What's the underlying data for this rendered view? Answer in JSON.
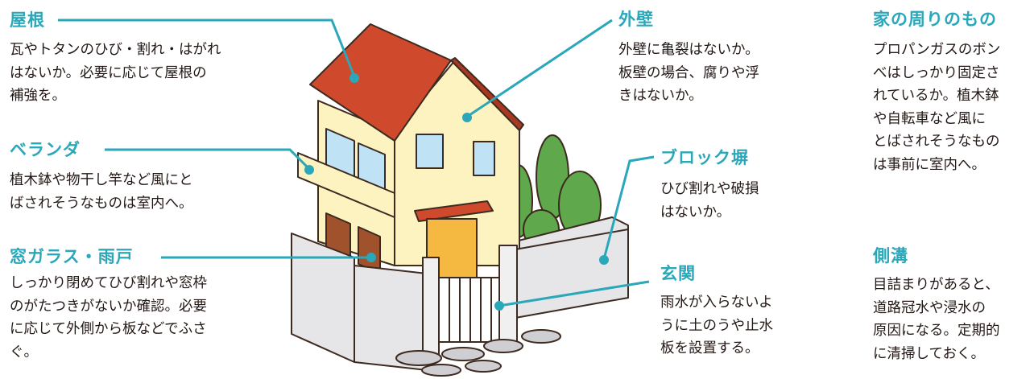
{
  "roof": {
    "title": "屋根",
    "lines": [
      "瓦やトタンのひび・割れ・はがれ",
      "はないか。必要に応じて屋根の",
      "補強を。"
    ]
  },
  "veranda": {
    "title": "ベランダ",
    "lines": [
      "植木鉢や物干し竿など風にと",
      "ばされそうなものは室内へ。"
    ]
  },
  "window": {
    "title": "窓ガラス・雨戸",
    "lines": [
      "しっかり閉めてひび割れや窓枠",
      "のがたつきがないか確認。必要",
      "に応じて外側から板などでふさ",
      "ぐ。"
    ]
  },
  "wall": {
    "title": "外壁",
    "lines": [
      "外壁に亀裂はないか。",
      "板壁の場合、腐りや浮",
      "きはないか。"
    ]
  },
  "block": {
    "title": "ブロック塀",
    "lines": [
      "ひび割れや破損",
      "はないか。"
    ]
  },
  "entrance": {
    "title": "玄関",
    "lines": [
      "雨水が入らないよ",
      "うに土のうや止水",
      "板を設置する。"
    ]
  },
  "surroundings": {
    "title": "家の周りのもの",
    "lines": [
      "プロパンガスのボン",
      "べはしっかり固定さ",
      "れているか。植木鉢",
      "や自転車など風に",
      "とばされそうなもの",
      "は事前に室内へ。"
    ]
  },
  "gutter": {
    "title": "側溝",
    "lines": [
      "目詰まりがあると、",
      "道路冠水や浸水の",
      "原因になる。定期的",
      "に清掃しておく。"
    ]
  },
  "colors": {
    "accent": "#2aa7b9",
    "roof": "#cf4a2d",
    "wall": "#fdf3c0",
    "tree": "#5fa84c",
    "fence": "#e6e6e8"
  }
}
